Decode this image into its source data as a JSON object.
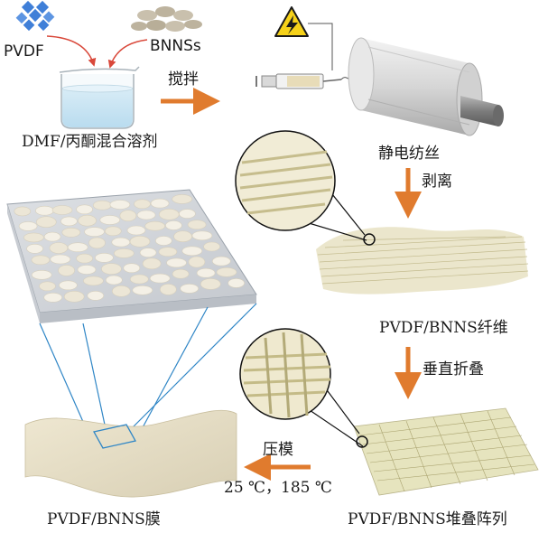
{
  "labels": {
    "pvdf": "PVDF",
    "bnnss": "BNNSs",
    "stir": "搅拌",
    "solvent": "DMF/丙酮混合溶剂",
    "electrospinning": "静电纺丝",
    "peel": "剥离",
    "fiber": "PVDF/BNNS纤维",
    "vertical_fold": "垂直折叠",
    "stack_array": "PVDF/BNNS堆叠阵列",
    "press": "压模",
    "temperatures": "25 ℃，185 ℃",
    "film": "PVDF/BNNS膜"
  },
  "icons": {
    "hazard": "high-voltage-icon"
  },
  "colors": {
    "arrow": "#e07b2e",
    "hazard_fill": "#f6d21a",
    "pvdf_crystals": "#3f7fd8",
    "bnns_flakes": "#c9c0ad",
    "fiber": "#d9d3a6",
    "film_outline": "#2f86c6"
  }
}
